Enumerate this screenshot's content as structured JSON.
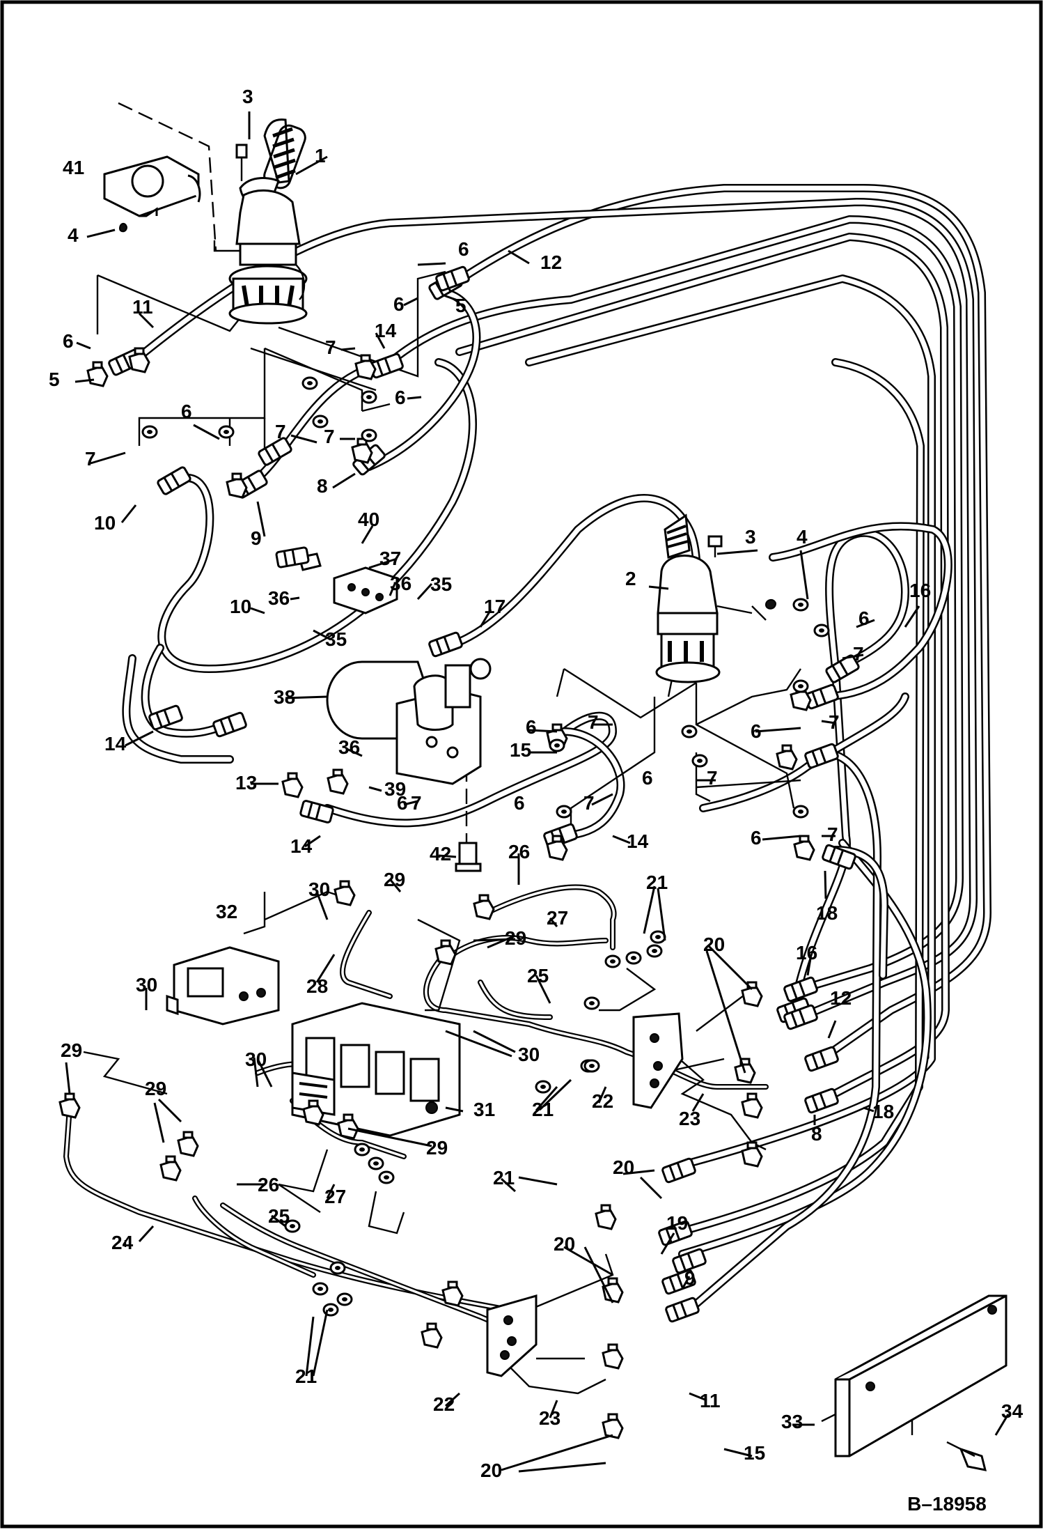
{
  "diagram": {
    "drawing_number": "B–18958",
    "callouts": [
      {
        "id": "c-1",
        "text": "1"
      },
      {
        "id": "c-2",
        "text": "2"
      },
      {
        "id": "c-3a",
        "text": "3"
      },
      {
        "id": "c-3b",
        "text": "3"
      },
      {
        "id": "c-4a",
        "text": "4"
      },
      {
        "id": "c-4b",
        "text": "4"
      },
      {
        "id": "c-5a",
        "text": "5"
      },
      {
        "id": "c-5b",
        "text": "5"
      },
      {
        "id": "c-6a",
        "text": "6"
      },
      {
        "id": "c-6b",
        "text": "6"
      },
      {
        "id": "c-6c",
        "text": "6"
      },
      {
        "id": "c-6d",
        "text": "6"
      },
      {
        "id": "c-6e",
        "text": "6"
      },
      {
        "id": "c-6f",
        "text": "6"
      },
      {
        "id": "c-6g",
        "text": "6"
      },
      {
        "id": "c-6h",
        "text": "6"
      },
      {
        "id": "c-6i",
        "text": "6"
      },
      {
        "id": "c-6j",
        "text": "6"
      },
      {
        "id": "c-6k",
        "text": "6"
      },
      {
        "id": "c-6l",
        "text": "6"
      },
      {
        "id": "c-7a",
        "text": "7"
      },
      {
        "id": "c-7b",
        "text": "7"
      },
      {
        "id": "c-7c",
        "text": "7"
      },
      {
        "id": "c-7d",
        "text": "7"
      },
      {
        "id": "c-7e",
        "text": "7"
      },
      {
        "id": "c-7f",
        "text": "7"
      },
      {
        "id": "c-7g",
        "text": "7"
      },
      {
        "id": "c-7h",
        "text": "7"
      },
      {
        "id": "c-7i",
        "text": "7"
      },
      {
        "id": "c-7j",
        "text": "7"
      },
      {
        "id": "c-7k",
        "text": "7"
      },
      {
        "id": "c-8a",
        "text": "8"
      },
      {
        "id": "c-8b",
        "text": "8"
      },
      {
        "id": "c-9a",
        "text": "9"
      },
      {
        "id": "c-9b",
        "text": "9"
      },
      {
        "id": "c-10a",
        "text": "10"
      },
      {
        "id": "c-10b",
        "text": "10"
      },
      {
        "id": "c-11a",
        "text": "11"
      },
      {
        "id": "c-11b",
        "text": "11"
      },
      {
        "id": "c-12a",
        "text": "12"
      },
      {
        "id": "c-12b",
        "text": "12"
      },
      {
        "id": "c-13",
        "text": "13"
      },
      {
        "id": "c-14a",
        "text": "14"
      },
      {
        "id": "c-14b",
        "text": "14"
      },
      {
        "id": "c-14c",
        "text": "14"
      },
      {
        "id": "c-14d",
        "text": "14"
      },
      {
        "id": "c-15a",
        "text": "15"
      },
      {
        "id": "c-15b",
        "text": "15"
      },
      {
        "id": "c-16a",
        "text": "16"
      },
      {
        "id": "c-16b",
        "text": "16"
      },
      {
        "id": "c-17",
        "text": "17"
      },
      {
        "id": "c-18a",
        "text": "18"
      },
      {
        "id": "c-18b",
        "text": "18"
      },
      {
        "id": "c-19",
        "text": "19"
      },
      {
        "id": "c-20a",
        "text": "20"
      },
      {
        "id": "c-20b",
        "text": "20"
      },
      {
        "id": "c-20c",
        "text": "20"
      },
      {
        "id": "c-20d",
        "text": "20"
      },
      {
        "id": "c-21a",
        "text": "21"
      },
      {
        "id": "c-21b",
        "text": "21"
      },
      {
        "id": "c-21c",
        "text": "21"
      },
      {
        "id": "c-21d",
        "text": "21"
      },
      {
        "id": "c-22a",
        "text": "22"
      },
      {
        "id": "c-22b",
        "text": "22"
      },
      {
        "id": "c-23a",
        "text": "23"
      },
      {
        "id": "c-23b",
        "text": "23"
      },
      {
        "id": "c-24",
        "text": "24"
      },
      {
        "id": "c-25a",
        "text": "25"
      },
      {
        "id": "c-25b",
        "text": "25"
      },
      {
        "id": "c-26a",
        "text": "26"
      },
      {
        "id": "c-26b",
        "text": "26"
      },
      {
        "id": "c-27a",
        "text": "27"
      },
      {
        "id": "c-27b",
        "text": "27"
      },
      {
        "id": "c-28",
        "text": "28"
      },
      {
        "id": "c-29a",
        "text": "29"
      },
      {
        "id": "c-29b",
        "text": "29"
      },
      {
        "id": "c-29c",
        "text": "29"
      },
      {
        "id": "c-29d",
        "text": "29"
      },
      {
        "id": "c-29e",
        "text": "29"
      },
      {
        "id": "c-30a",
        "text": "30"
      },
      {
        "id": "c-30b",
        "text": "30"
      },
      {
        "id": "c-30c",
        "text": "30"
      },
      {
        "id": "c-30d",
        "text": "30"
      },
      {
        "id": "c-31",
        "text": "31"
      },
      {
        "id": "c-32",
        "text": "32"
      },
      {
        "id": "c-33",
        "text": "33"
      },
      {
        "id": "c-34",
        "text": "34"
      },
      {
        "id": "c-35a",
        "text": "35"
      },
      {
        "id": "c-35b",
        "text": "35"
      },
      {
        "id": "c-36a",
        "text": "36"
      },
      {
        "id": "c-36b",
        "text": "36"
      },
      {
        "id": "c-36c",
        "text": "36"
      },
      {
        "id": "c-37",
        "text": "37"
      },
      {
        "id": "c-38",
        "text": "38"
      },
      {
        "id": "c-39",
        "text": "39"
      },
      {
        "id": "c-40",
        "text": "40"
      },
      {
        "id": "c-41",
        "text": "41"
      },
      {
        "id": "c-42",
        "text": "42"
      }
    ]
  }
}
